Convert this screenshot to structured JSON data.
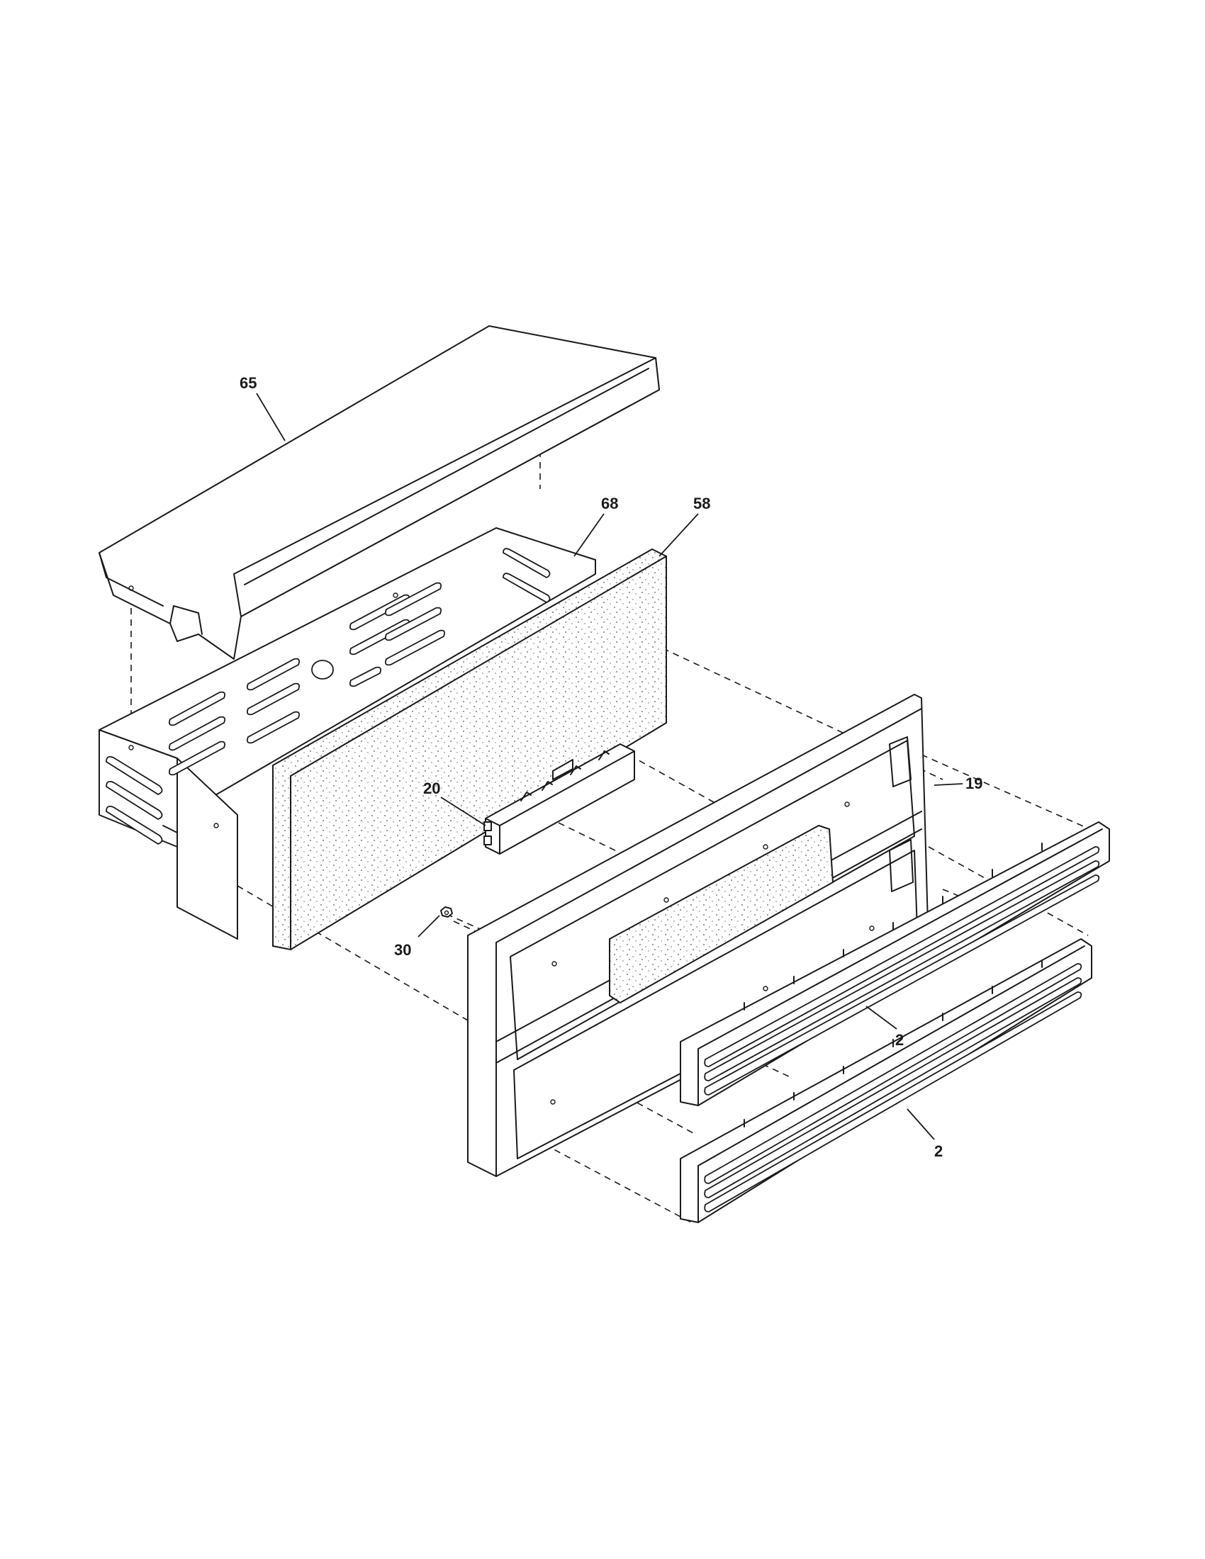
{
  "diagram": {
    "type": "exploded-parts-view",
    "callouts": [
      {
        "id": "65",
        "text": "65"
      },
      {
        "id": "68",
        "text": "68"
      },
      {
        "id": "58",
        "text": "58"
      },
      {
        "id": "20",
        "text": "20"
      },
      {
        "id": "19",
        "text": "19"
      },
      {
        "id": "30",
        "text": "30"
      },
      {
        "id": "2a",
        "text": "2"
      },
      {
        "id": "2b",
        "text": "2"
      }
    ],
    "colors": {
      "ink": "#1a1a1a",
      "paper": "#ffffff"
    }
  }
}
